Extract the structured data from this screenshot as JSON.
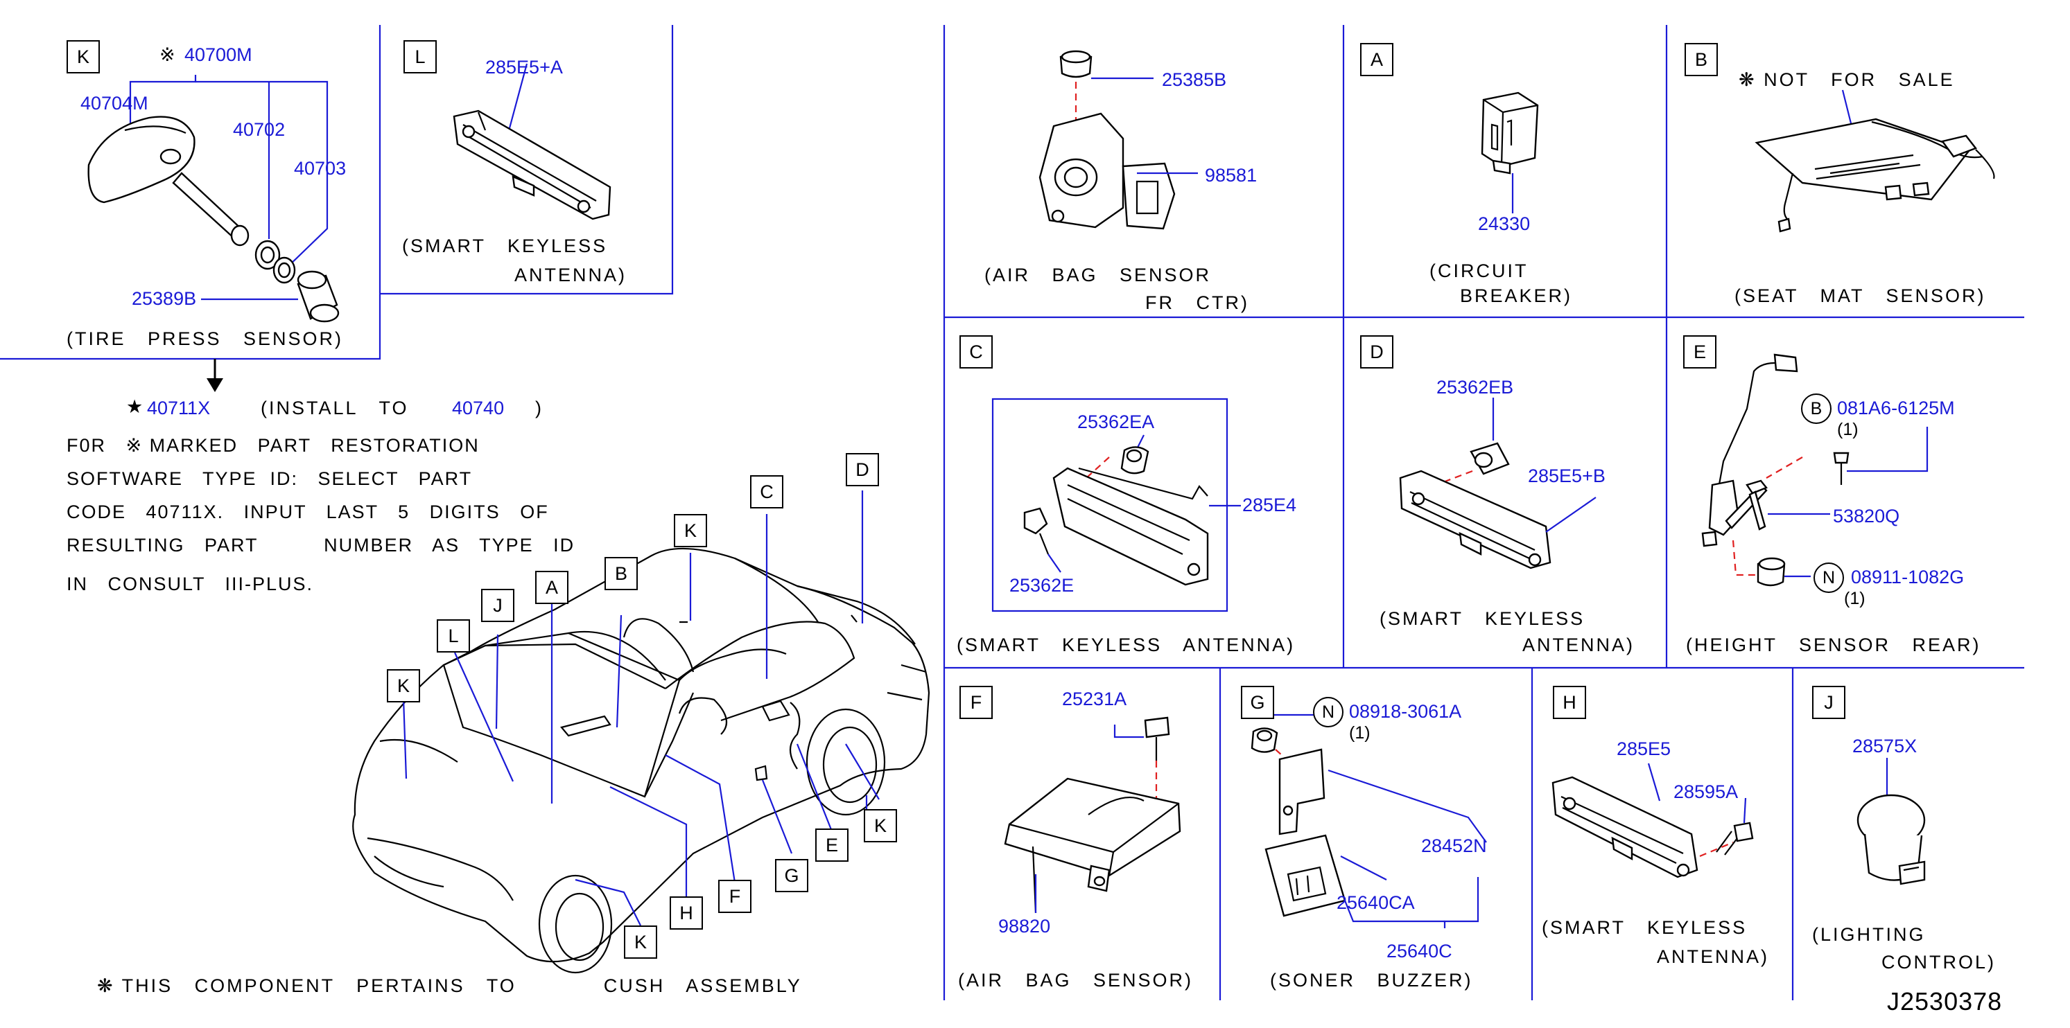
{
  "sections": {
    "K": {
      "letter": "K",
      "title": "(TIRE   PRESS   SENSOR)",
      "parts": {
        "p1_mark": "※",
        "p1": "40700M",
        "p2": "40704M",
        "p3": "40702",
        "p4": "40703",
        "p5": "25389B"
      }
    },
    "L": {
      "letter": "L",
      "title1": "(SMART   KEYLESS",
      "title2": "ANTENNA)",
      "parts": {
        "p1": "285E5+A"
      }
    },
    "airbag_fr": {
      "title1": "(AIR   BAG   SENSOR",
      "title2": "FR   CTR)",
      "parts": {
        "p1": "25385B",
        "p2": "98581"
      }
    },
    "A": {
      "letter": "A",
      "title1": "(CIRCUIT",
      "title2": "BREAKER)",
      "parts": {
        "p1": "24330"
      }
    },
    "B": {
      "letter": "B",
      "note": "❋ NOT   FOR   SALE",
      "title": "(SEAT   MAT   SENSOR)"
    },
    "C": {
      "letter": "C",
      "title": "(SMART   KEYLESS   ANTENNA)",
      "parts": {
        "p1": "25362EA",
        "p2": "285E4",
        "p3": "25362E"
      }
    },
    "D": {
      "letter": "D",
      "title1": "(SMART   KEYLESS",
      "title2": "ANTENNA)",
      "parts": {
        "p1": "25362EB",
        "p2": "285E5+B"
      }
    },
    "E": {
      "letter": "E",
      "title": "(HEIGHT   SENSOR   REAR)",
      "parts": {
        "b_circle": "B",
        "p1": "081A6-6125M",
        "p1_qty": "(1)",
        "p2": "53820Q",
        "n_circle": "N",
        "p3": "08911-1082G",
        "p3_qty": "(1)"
      }
    },
    "F": {
      "letter": "F",
      "title": "(AIR   BAG   SENSOR)",
      "parts": {
        "p1": "25231A",
        "p2": "98820"
      }
    },
    "G": {
      "letter": "G",
      "title": "(SONER   BUZZER)",
      "parts": {
        "n_circle": "N",
        "p1": "08918-3061A",
        "p1_qty": "(1)",
        "p2": "28452N",
        "p3": "25640CA",
        "p4": "25640C"
      }
    },
    "H": {
      "letter": "H",
      "title1": "(SMART   KEYLESS",
      "title2": "ANTENNA)",
      "parts": {
        "p1": "285E5",
        "p2": "28595A"
      }
    },
    "J": {
      "letter": "J",
      "title1": "(LIGHTING",
      "title2": "CONTROL)",
      "parts": {
        "p1": "28575X"
      }
    }
  },
  "install": {
    "star": "★",
    "part": "40711X",
    "text": "(INSTALL   TO",
    "target": "40740",
    "close": ")"
  },
  "restoration_note": [
    "F0R   ※ MARKED   PART   RESTORATION",
    "SOFTWARE   TYPE  ID:   SELECT   PART",
    "CODE   40711X.   INPUT   LAST   5   DIGITS   OF",
    "RESULTING   PART          NUMBER   AS   TYPE   ID",
    "IN   CONSULT   III-PLUS."
  ],
  "footer_note": "❋ THIS   COMPONENT   PERTAINS   TO            CUSH   ASSEMBLY",
  "car_callouts": [
    "K",
    "L",
    "J",
    "A",
    "B",
    "K",
    "C",
    "D",
    "K",
    "E",
    "G",
    "F",
    "H",
    "K"
  ],
  "diagram_id": "J2530378",
  "colors": {
    "part_number": "#1a1ad6",
    "dashed": "#e02020",
    "line": "#000000"
  }
}
